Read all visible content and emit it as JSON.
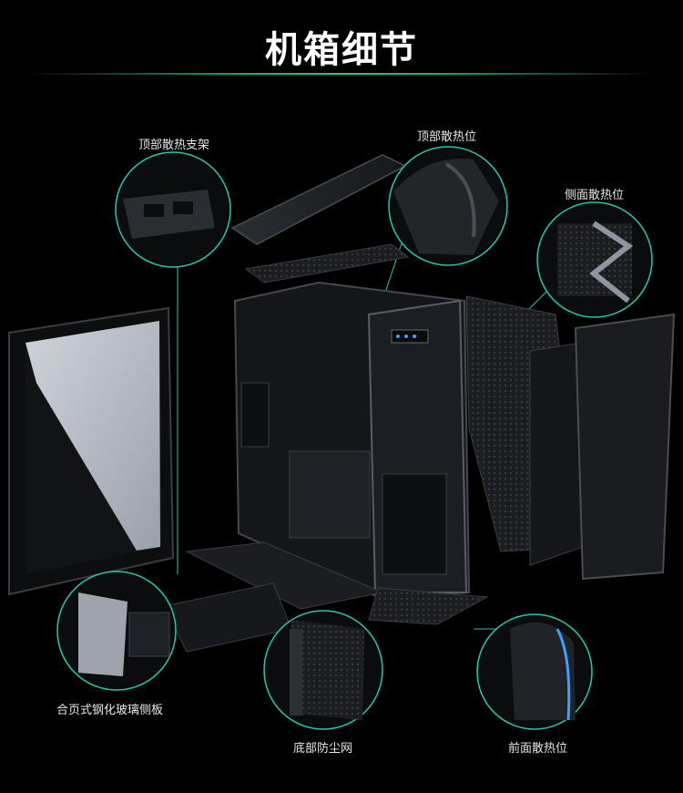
{
  "title": "机箱细节",
  "labels": {
    "top_bracket": "顶部散热支架",
    "top_vent": "顶部散热位",
    "side_vent": "侧面散热位",
    "glass_panel": "合页式钢化玻璃侧板",
    "bottom_filter": "底部防尘网",
    "front_vent": "前面散热位"
  },
  "colors": {
    "accent": "#26c7a6",
    "background": "#000000"
  }
}
